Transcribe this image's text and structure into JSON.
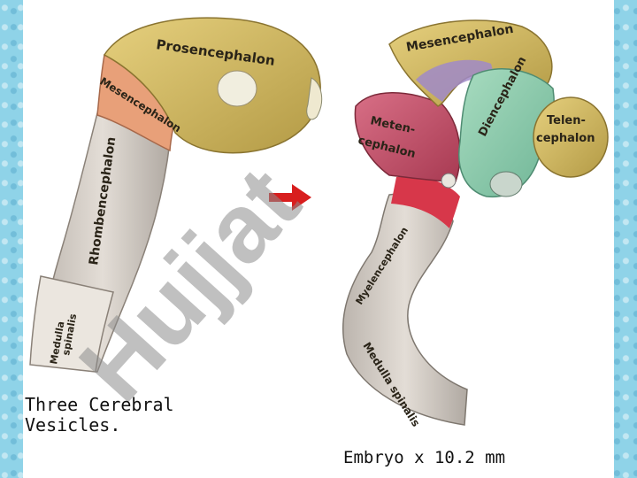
{
  "left_figure": {
    "labels": {
      "prosencephalon": "Prosencephalon",
      "mesencephalon": "Mesencephalon",
      "rhombencephalon": "Rhombencephalon",
      "medulla_1": "Medulla",
      "medulla_2": "spinalis"
    },
    "caption_line1": "Three Cerebral",
    "caption_line2": "Vesicles."
  },
  "right_figure": {
    "labels": {
      "mesencephalon": "Mesencephalon",
      "diencephalon": "Diencephalon",
      "telen_1": "Telen-",
      "telen_2": "cephalon",
      "meten_1": "Meten-",
      "meten_2": "cephalon",
      "myelencephalon": "Myelencephalon",
      "medulla": "Medulla spinalis"
    },
    "caption": "Embryo x 10.2 mm"
  },
  "watermark": "Hujjat",
  "colors": {
    "prosencephalon": "#d9c26a",
    "mesencephalon": "#e8a079",
    "rhombencephalon": "#d9d3cc",
    "metencephalon": "#c9506a",
    "diencephalon": "#8fd0b0",
    "arrow": "#d81e1e",
    "frame": "#8fd3e8"
  }
}
